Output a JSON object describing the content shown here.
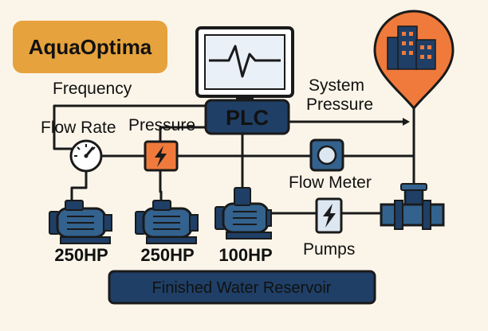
{
  "brand": {
    "name": "AquaOptima"
  },
  "controller": {
    "label": "PLC"
  },
  "signals": {
    "frequency": "Frequency",
    "flow_rate": "Flow Rate",
    "pressure": "Pressure",
    "system_pressure_line1": "System",
    "system_pressure_line2": "Pressure"
  },
  "devices": {
    "flow_meter": "Flow Meter",
    "pumps": "Pumps"
  },
  "pump_ratings": [
    "250HP",
    "250HP",
    "100HP"
  ],
  "reservoir": {
    "label": "Finished Water Reservoir"
  },
  "colors": {
    "background": "#fbf5e9",
    "brand_orange": "#e6a23c",
    "navy": "#1f3f66",
    "steel_blue": "#33628e",
    "accent_orange": "#f07a3c",
    "screen_blue": "#e9f0f8",
    "light_blue": "#dce7f2"
  },
  "icons": [
    "monitor-waveform-icon",
    "building-pin-icon",
    "pressure-gauge-icon",
    "lightning-icon",
    "flow-meter-icon",
    "pump-motor-icon",
    "pipe-valve-icon"
  ]
}
